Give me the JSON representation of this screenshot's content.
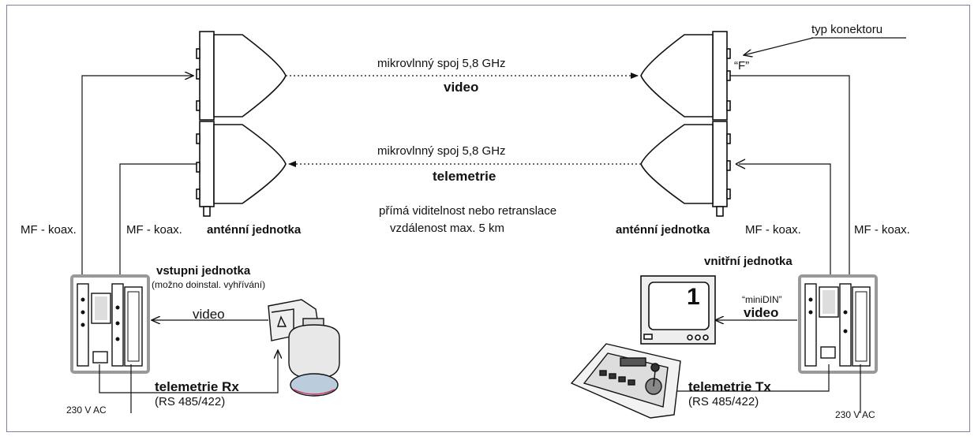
{
  "labels": {
    "link_top": "mikrovlnný spoj  5,8 GHz",
    "link_top_sub": "video",
    "link_bottom": "mikrovlnný spoj  5,8 GHz",
    "link_bottom_sub": "telemetrie",
    "visibility_line1": "přímá viditelnost nebo retranslace",
    "visibility_line2": "vzdálenost max. 5 km",
    "connector_type": "typ konektoru",
    "connector_f": "“F”",
    "antenna_left": "anténní jednotka",
    "antenna_right": "anténní jednotka",
    "mf_coax_1": "MF - koax.",
    "mf_coax_2": "MF - koax.",
    "mf_coax_3": "MF - koax.",
    "mf_coax_4": "MF - koax.",
    "input_unit": "vstupni jednotka",
    "input_unit_note": "(možno doinstal. vyhřívání)",
    "indoor_unit": "vnitřní jednotka",
    "video_left": "video",
    "video_right": "video",
    "minidin": "“miniDIN”",
    "telemetry_rx": "telemetrie   Rx",
    "telemetry_tx": "telemetrie   Tx",
    "rs485_left": "(RS 485/422)",
    "rs485_right": "(RS 485/422)",
    "power_left": "230 V AC",
    "power_right": "230 V AC",
    "monitor_number": "1"
  }
}
